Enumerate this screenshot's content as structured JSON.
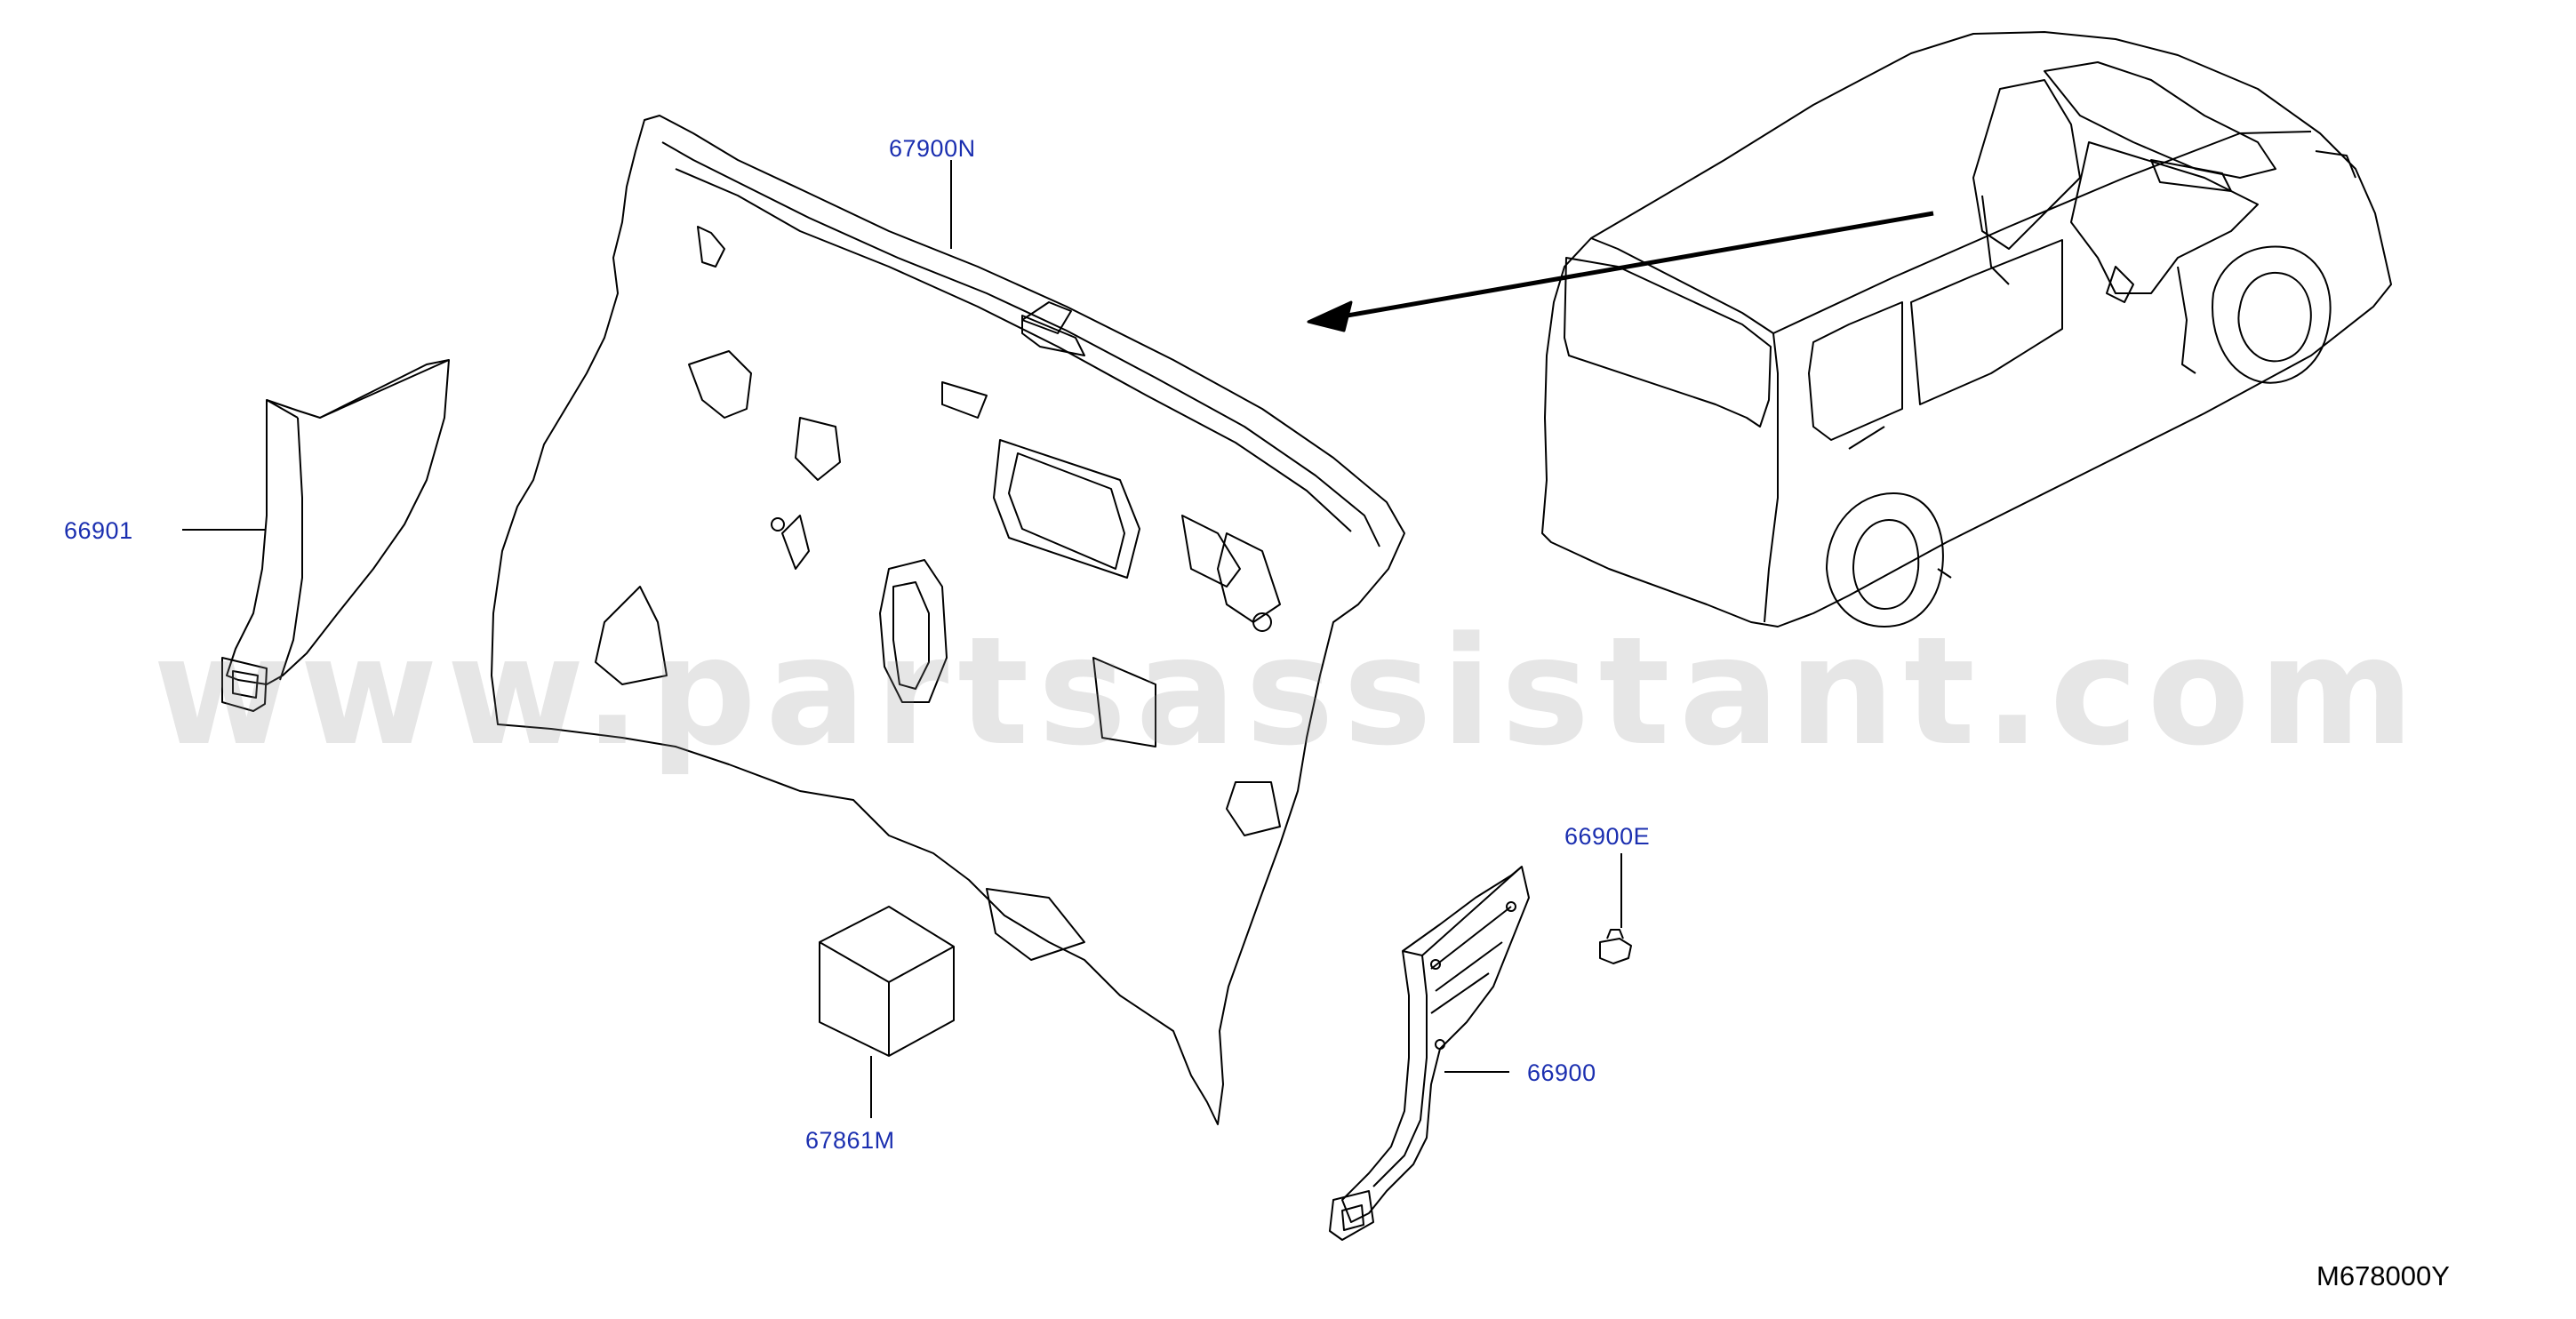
{
  "diagram": {
    "parts": [
      {
        "id": "67900N",
        "label": "67900N"
      },
      {
        "id": "66901",
        "label": "66901"
      },
      {
        "id": "66900E",
        "label": "66900E"
      },
      {
        "id": "66900",
        "label": "66900"
      },
      {
        "id": "67861M",
        "label": "67861M"
      }
    ],
    "code": "M678000Y",
    "watermark": "www.partsassistant.com",
    "label_color": "#1b2fb0",
    "line_color": "#000000"
  }
}
